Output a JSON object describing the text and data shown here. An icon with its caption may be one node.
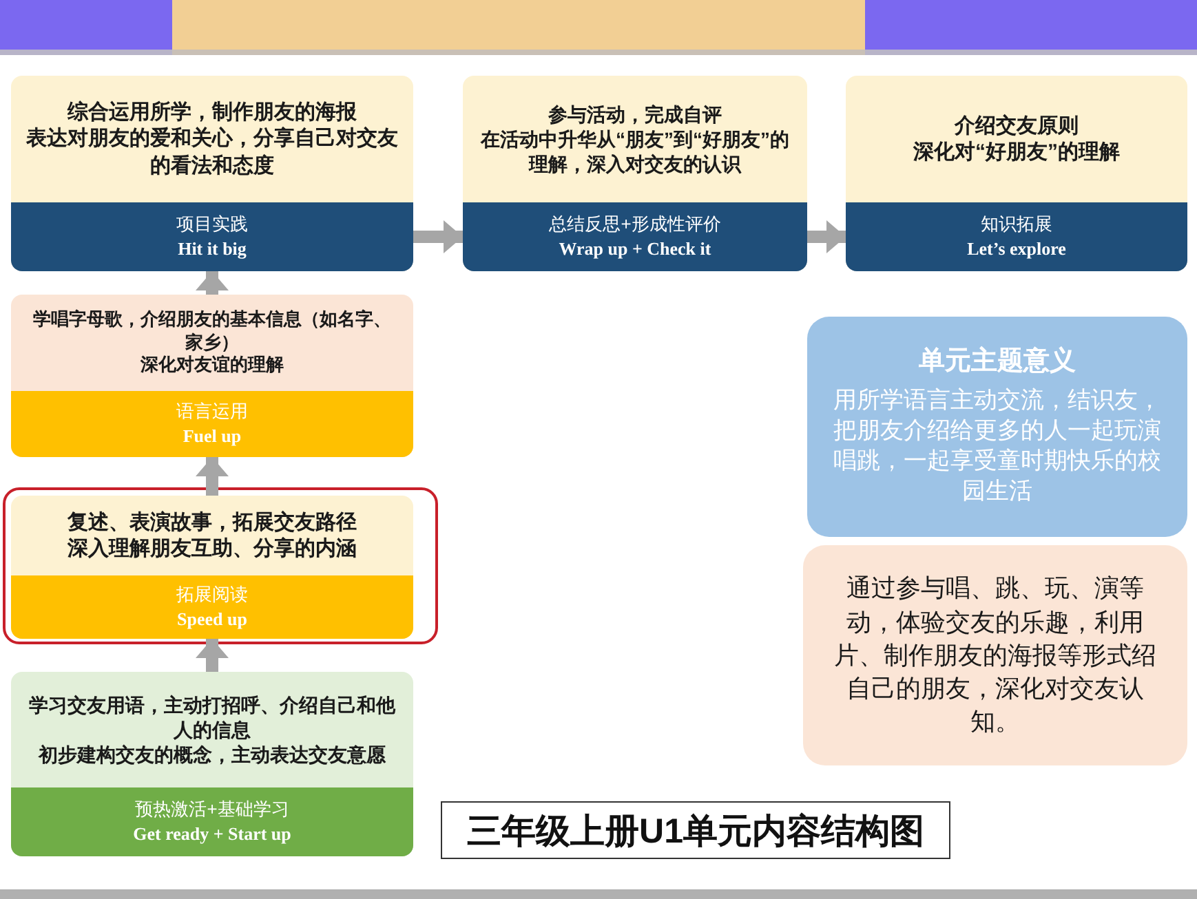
{
  "diagram": {
    "title": "三年级上册U1单元内容结构图",
    "nodes": [
      {
        "text": [
          "综合运用所学，制作朋友的海报",
          "表达对朋友的爱和关心，分享自己对交友的看法和态度",
          "项目实践",
          "Hit it big"
        ]
      },
      {
        "text": [
          "参与活动，完成自评",
          "在活动中升华从“朋友”到“好朋友”的理解，深入对交友的认识",
          "总结反思+形成性评价",
          "Wrap up + Check it"
        ]
      },
      {
        "text": [
          "介绍交友原则",
          "深化对“好朋友”的理解",
          "知识拓展",
          "Let’s explore"
        ]
      },
      {
        "text": [
          "学唱字母歌，介绍朋友的基本信息（如名字、家乡）",
          "深化对友谊的理解",
          "语言运用",
          "Fuel up"
        ]
      },
      {
        "text": [
          "复述、表演故事，拓展交友路径",
          "深入理解朋友互助、分享的内涵",
          "拓展阅读",
          "Speed up"
        ]
      },
      {
        "text": [
          "学习交友用语，主动打招呼、介绍自己和他人的信息",
          "初步建构交友的概念，主动表达交友意愿",
          "预热激活+基础学习",
          "Get ready + Start up"
        ]
      },
      {
        "text": [
          "单元主题意义",
          "用所学语言主动交流，结识友，把朋友介绍给更多的人一起玩演唱跳，一起享受童时期快乐的校园生活"
        ]
      },
      {
        "text": [
          "通过参与唱、跳、玩、演等动，体验交友的乐趣，利用片、制作朋友的海报等形式绍自己的朋友，深化对交友认知。"
        ]
      }
    ],
    "edges": [
      {
        "from": 5,
        "to": 4,
        "arrow": "to"
      },
      {
        "from": 4,
        "to": 3,
        "arrow": "to"
      },
      {
        "from": 3,
        "to": 0,
        "arrow": "to"
      },
      {
        "from": 0,
        "to": 1,
        "arrow": "to"
      },
      {
        "from": 1,
        "to": 2,
        "arrow": "to"
      }
    ]
  }
}
